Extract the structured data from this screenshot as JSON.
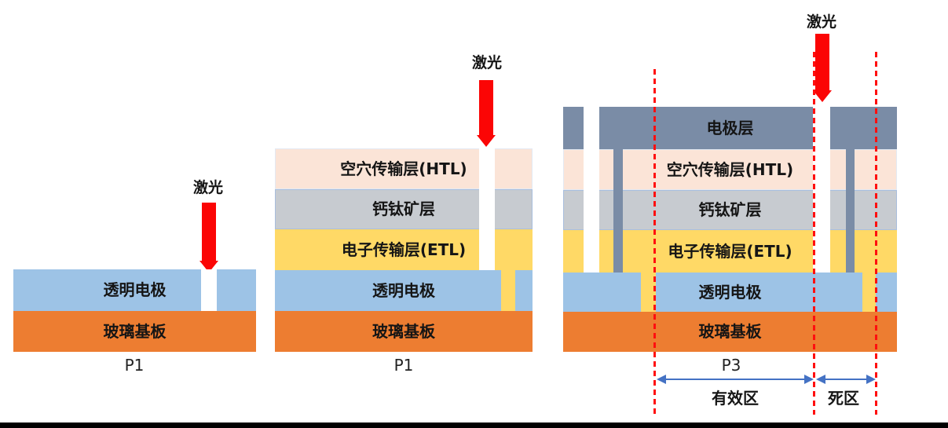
{
  "figure": {
    "title_hint": "Perovskite solar module laser scribing steps",
    "colors": {
      "electrode_layer": "#7a8ca6",
      "htl": "#fbe4d7",
      "perovskite": "#c7cbd0",
      "etl": "#ffd966",
      "transparent_electrode": "#9dc3e6",
      "glass_substrate": "#ed7d31",
      "laser_red": "#fb0505",
      "dashed_guide_red": "#ff0f0f",
      "dimension_arrow_blue": "#4472c4",
      "bottom_bar_black": "#010101"
    },
    "panels": [
      {
        "name": "p1-panel",
        "laser_label": "激光",
        "step_label": "P1",
        "layers": [
          {
            "key": "tco",
            "label": "透明电极"
          },
          {
            "key": "glass",
            "label": "玻璃基板"
          }
        ]
      },
      {
        "name": "p2-panel",
        "laser_label": "激光",
        "step_label": "P1",
        "layers": [
          {
            "key": "htl",
            "label": "空穴传输层(HTL)"
          },
          {
            "key": "perovskite",
            "label": "钙钛矿层"
          },
          {
            "key": "etl",
            "label": "电子传输层(ETL)"
          },
          {
            "key": "tco",
            "label": "透明电极"
          },
          {
            "key": "glass",
            "label": "玻璃基板"
          }
        ]
      },
      {
        "name": "p3-panel",
        "laser_label": "激光",
        "step_label": "P3",
        "layers": [
          {
            "key": "electrode",
            "label": "电极层"
          },
          {
            "key": "htl",
            "label": "空穴传输层(HTL)"
          },
          {
            "key": "perovskite",
            "label": "钙钛矿层"
          },
          {
            "key": "etl",
            "label": "电子传输层(ETL)"
          },
          {
            "key": "tco",
            "label": "透明电极"
          },
          {
            "key": "glass",
            "label": "玻璃基板"
          }
        ],
        "zone_labels": {
          "active": "有效区",
          "dead": "死区"
        }
      }
    ]
  }
}
